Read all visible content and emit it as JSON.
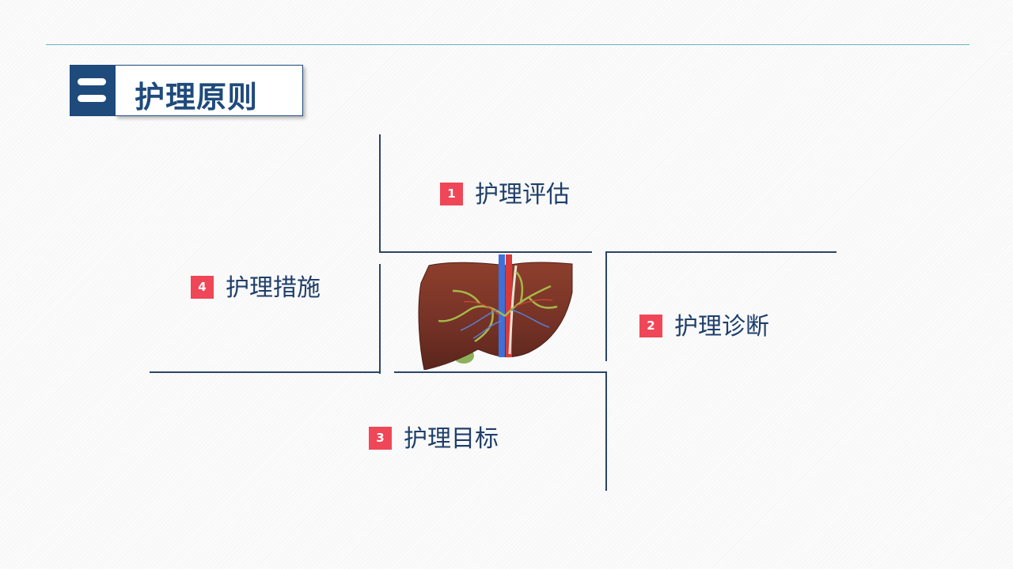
{
  "section": {
    "title": "护理原则"
  },
  "items": [
    {
      "number": "1",
      "label": "护理评估"
    },
    {
      "number": "2",
      "label": "护理诊断"
    },
    {
      "number": "3",
      "label": "护理目标"
    },
    {
      "number": "4",
      "label": "护理措施"
    }
  ],
  "illustration": {
    "name": "liver-illustration"
  },
  "colors": {
    "primary": "#1f4a7c",
    "accent": "#ef4757",
    "rule": "#6fb1bd"
  }
}
